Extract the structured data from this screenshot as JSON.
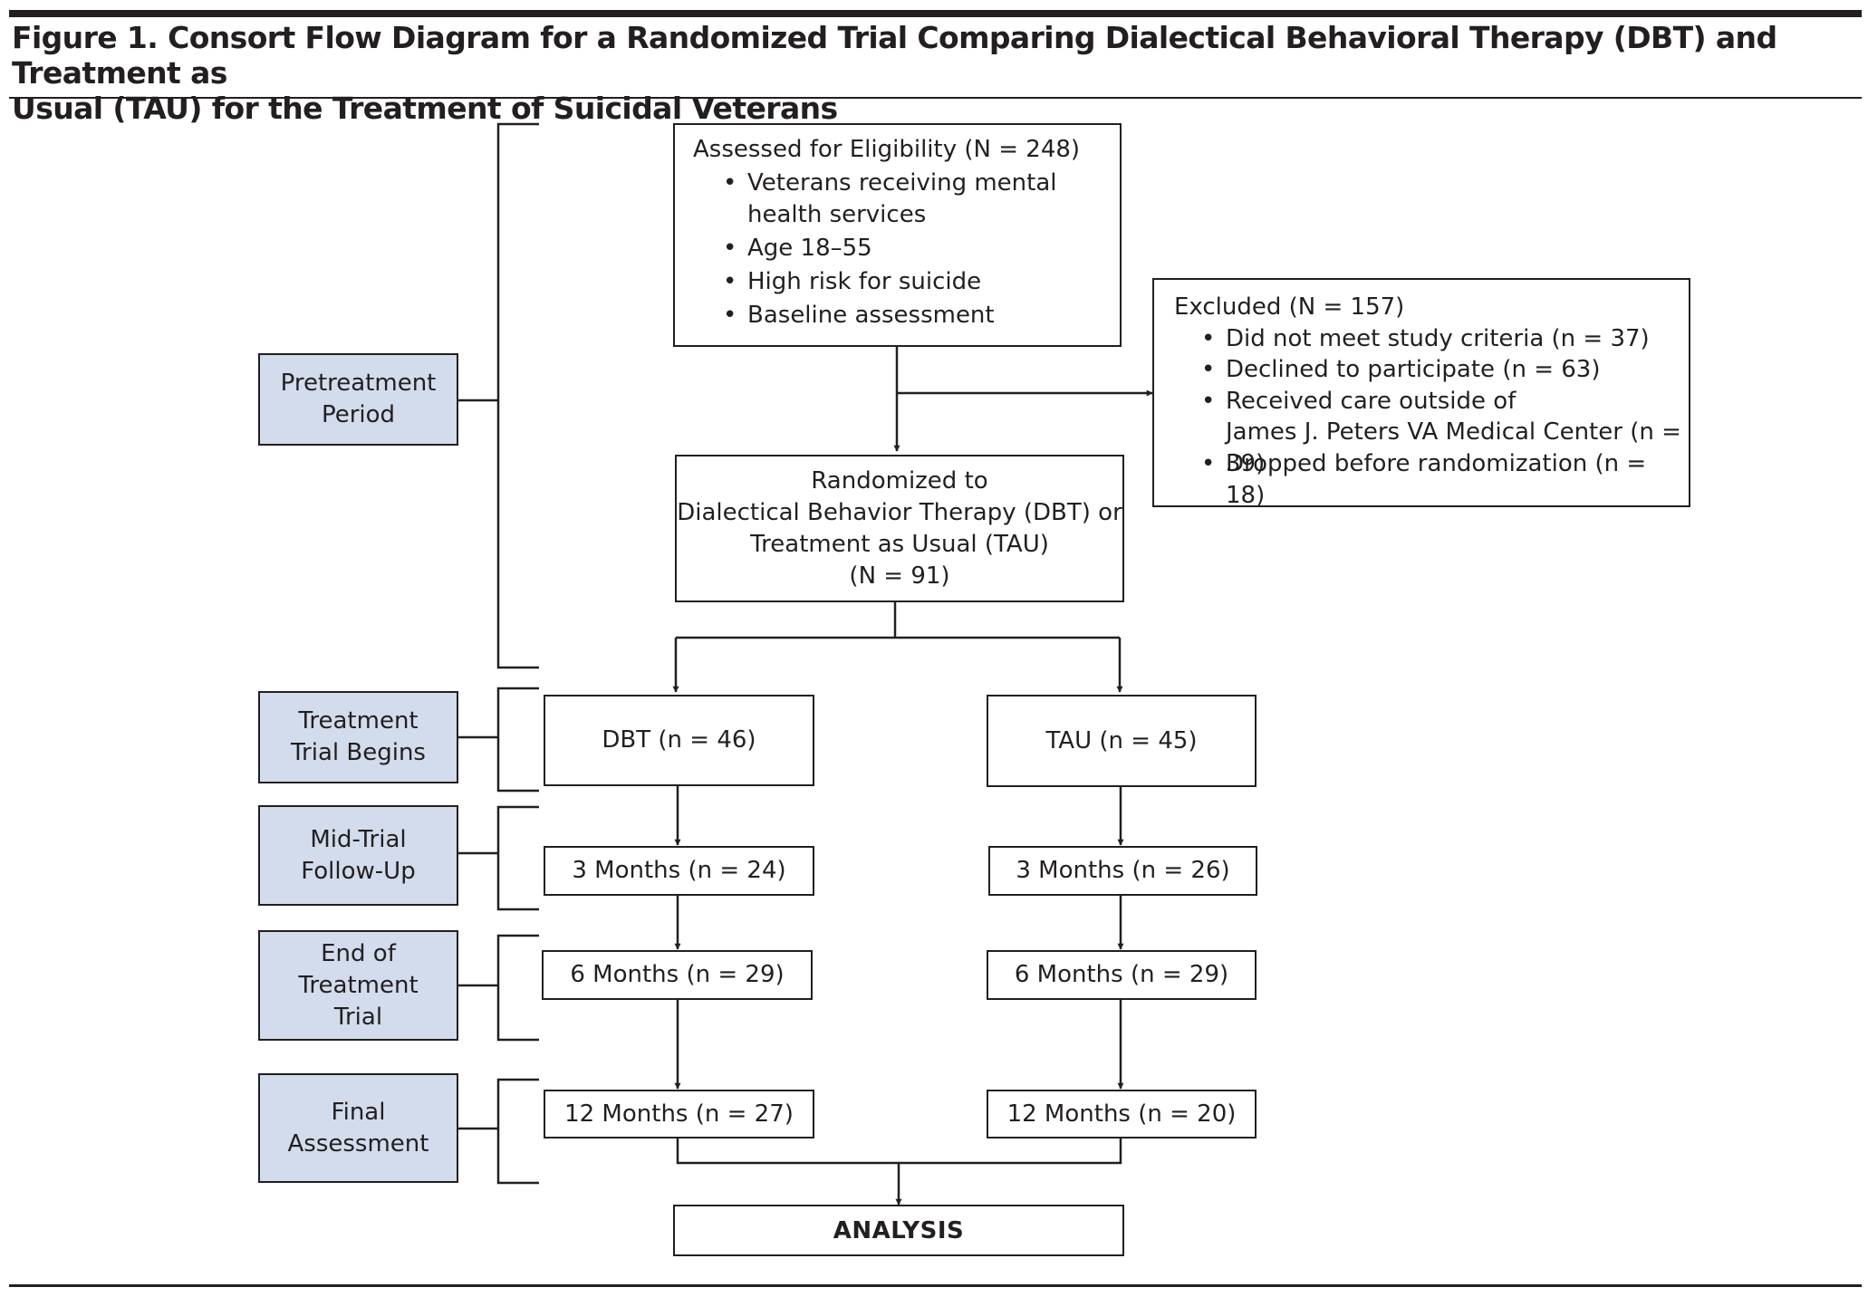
{
  "figure": {
    "title_line1": "Figure 1. Consort Flow Diagram for a Randomized Trial Comparing Dialectical Behavioral Therapy (DBT) and Treatment as",
    "title_line2": "Usual (TAU) for the Treatment of Suicidal Veterans"
  },
  "periods": {
    "pretreatment": [
      "Pretreatment",
      "Period"
    ],
    "treatment_begins": [
      "Treatment",
      "Trial Begins"
    ],
    "mid_trial": [
      "Mid-Trial",
      "Follow-Up"
    ],
    "end_of_treatment": [
      "End of",
      "Treatment",
      "Trial"
    ],
    "final_assessment": [
      "Final",
      "Assessment"
    ]
  },
  "eligibility": {
    "heading": "Assessed for Eligibility (N = 248)",
    "bullets": [
      "Veterans receiving mental",
      "health services",
      "Age 18–55",
      "High risk for suicide",
      "Baseline assessment"
    ]
  },
  "excluded": {
    "heading": "Excluded (N = 157)",
    "bullets": [
      "Did not meet study criteria (n = 37)",
      "Declined to participate (n = 63)",
      "Received care outside of",
      "James J. Peters VA Medical Center (n = 39)",
      "Dropped before randomization (n = 18)"
    ]
  },
  "randomized": {
    "lines": [
      "Randomized to",
      "Dialectical Behavior Therapy (DBT) or",
      "Treatment as Usual (TAU)",
      "(N = 91)"
    ]
  },
  "dbt": {
    "start": "DBT (n = 46)",
    "three_months": "3 Months (n = 24)",
    "six_months": "6 Months (n = 29)",
    "twelve_months": "12 Months (n = 27)"
  },
  "tau": {
    "start": "TAU (n = 45)",
    "three_months": "3 Months (n = 26)",
    "six_months": "6 Months (n = 29)",
    "twelve_months": "12 Months (n = 20)"
  },
  "analysis": "ANALYSIS",
  "colors": {
    "ink": "#231f20",
    "period_fill": "#d3dcec"
  }
}
